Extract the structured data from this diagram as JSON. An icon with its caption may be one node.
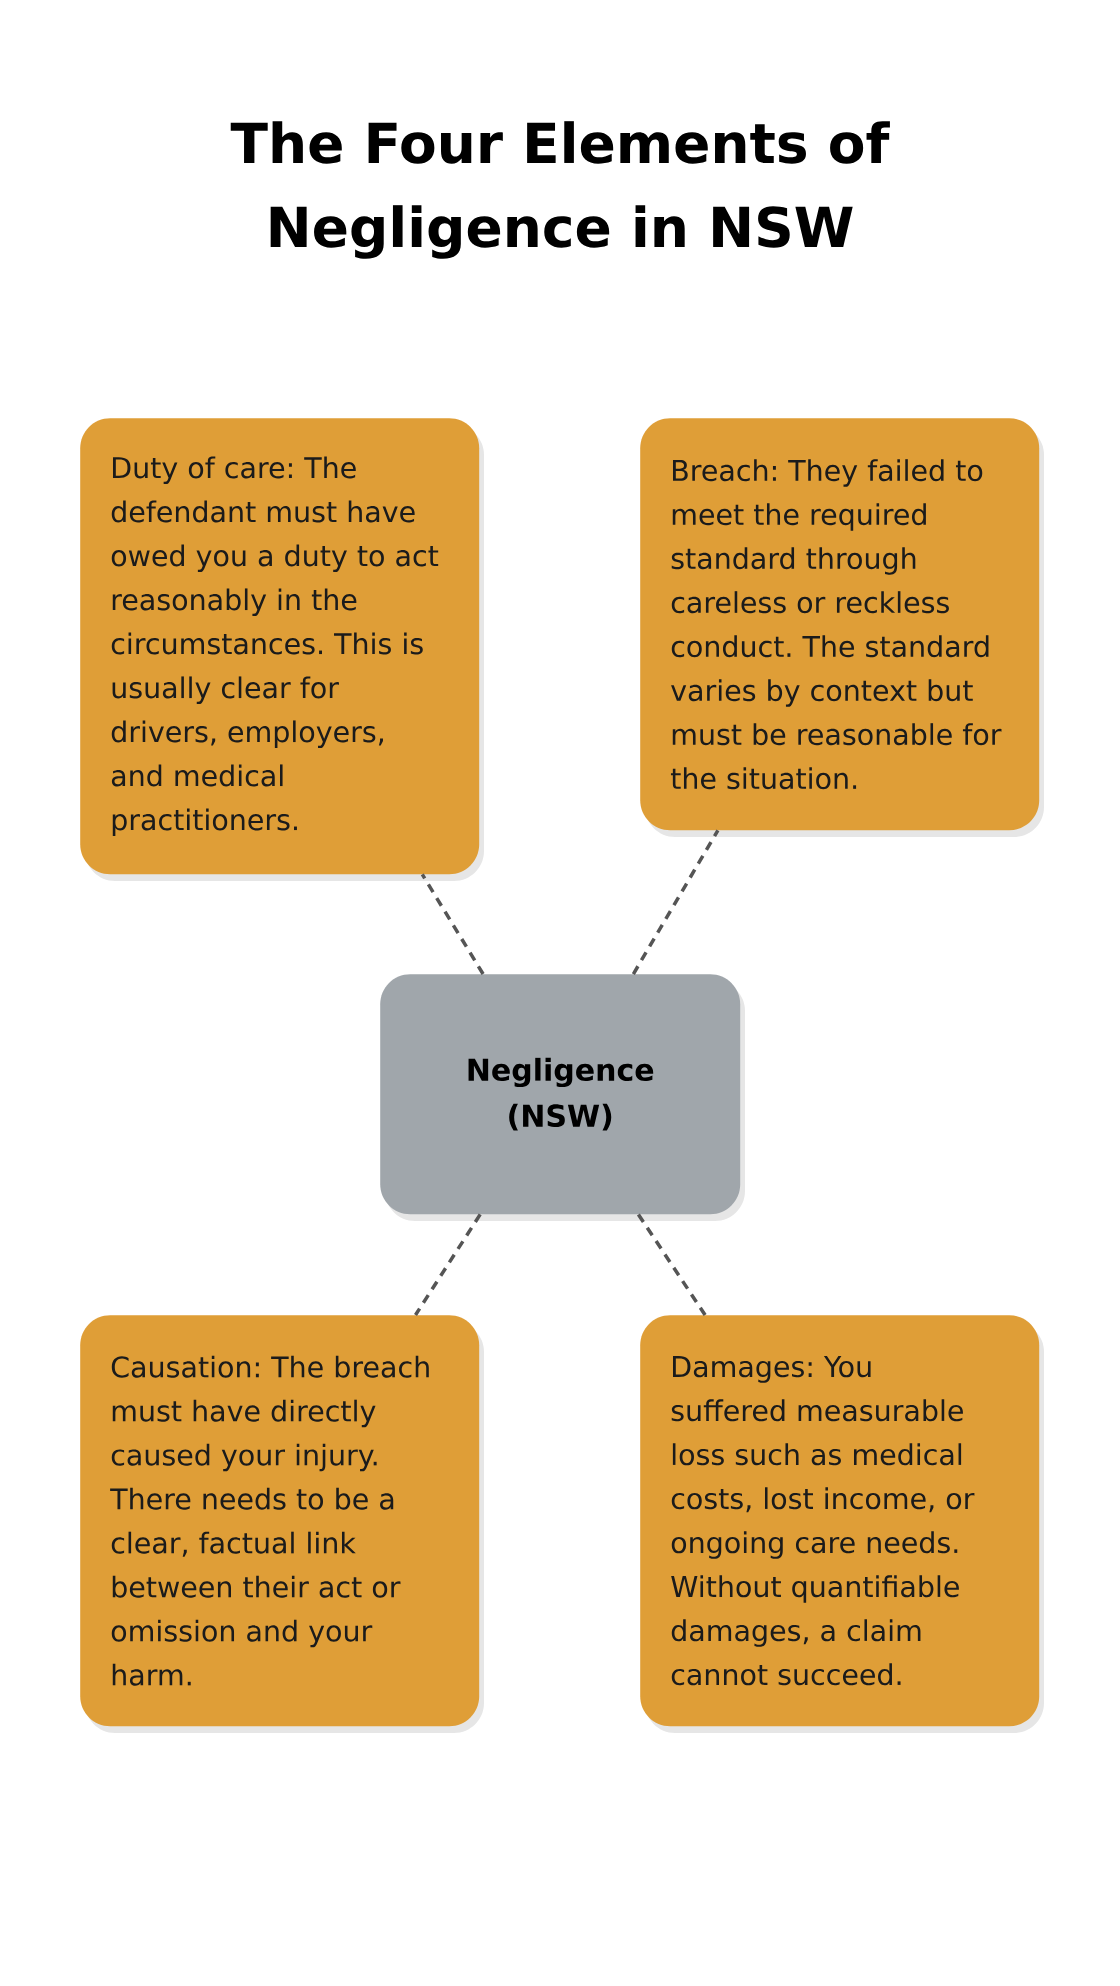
{
  "diagram": {
    "title": "The Four Elements of Negligence in NSW",
    "nodes": [
      {
        "text": [
          "Duty of care: The defendant must have owed you a duty to act reasonably in the circumstances. This is usually clear for drivers, employers, and medical practitioners."
        ]
      },
      {
        "text": [
          "Breach: They failed to meet the required standard through careless or reckless conduct. The standard varies by context but must be reasonable for the situation."
        ]
      },
      {
        "text": [
          "Negligence (NSW)"
        ]
      },
      {
        "text": [
          "Causation: The breach must have directly caused your injury. There needs to be a clear, factual link between their act or omission and your harm."
        ]
      },
      {
        "text": [
          "Damages: You suffered measurable loss such as medical costs, lost income, or ongoing care needs. Without quantifiable damages, a claim cannot succeed."
        ]
      }
    ],
    "edges": [
      {
        "from": 2,
        "to": 0,
        "arrow": "none",
        "style": "dashed"
      },
      {
        "from": 2,
        "to": 1,
        "arrow": "none",
        "style": "dashed"
      },
      {
        "from": 2,
        "to": 3,
        "arrow": "none",
        "style": "dashed"
      },
      {
        "from": 2,
        "to": 4,
        "arrow": "none",
        "style": "dashed"
      }
    ]
  }
}
